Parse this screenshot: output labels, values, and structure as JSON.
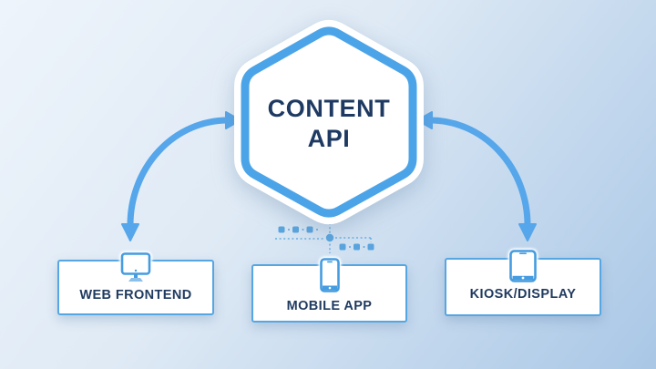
{
  "diagram": {
    "hub": {
      "label_line1": "CONTENT",
      "label_line2": "API",
      "shape": "hexagon"
    },
    "nodes": [
      {
        "id": "web-frontend",
        "label": "WEB FRONTEND",
        "icon": "desktop-monitor-icon"
      },
      {
        "id": "mobile-app",
        "label": "MOBILE APP",
        "icon": "smartphone-icon"
      },
      {
        "id": "kiosk-display",
        "label": "KIOSK/DISPLAY",
        "icon": "tablet-icon"
      }
    ],
    "connections": [
      {
        "from": "content-api",
        "to": "web-frontend",
        "style": "curved-double-arrow"
      },
      {
        "from": "content-api",
        "to": "mobile-app",
        "style": "dotted-circuit-flow"
      },
      {
        "from": "content-api",
        "to": "kiosk-display",
        "style": "curved-double-arrow"
      }
    ],
    "colors": {
      "background_start": "#EEF4FB",
      "background_end": "#A9C7E6",
      "hexagon_border": "#4CA4E8",
      "arrow_blue": "#55A6EA",
      "box_border": "#55A6E2",
      "icon_blue": "#459CE0",
      "text_navy": "#1E3A62",
      "circuit_blue": "#4D9EDC"
    }
  }
}
